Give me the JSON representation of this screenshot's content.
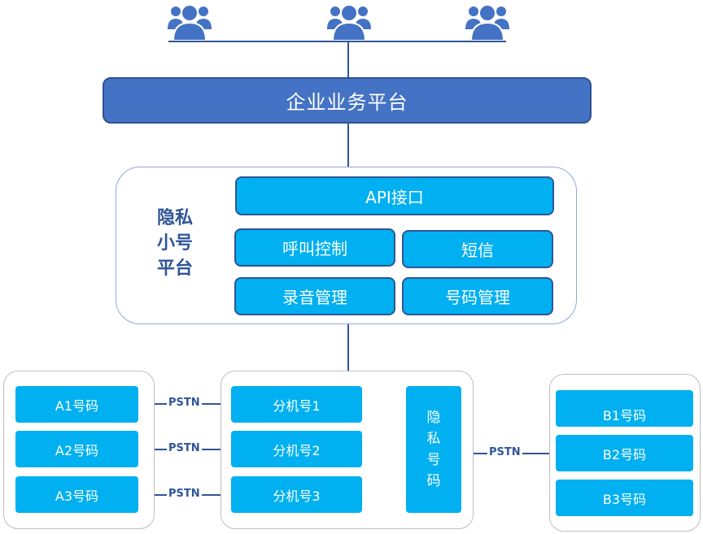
{
  "users": [
    {
      "icon": "user-group-icon"
    },
    {
      "icon": "user-group-icon"
    },
    {
      "icon": "user-group-icon"
    }
  ],
  "enterprise_platform": "企业业务平台",
  "privacy_platform": {
    "label_lines": [
      "隐私",
      "小号",
      "平台"
    ],
    "api": "API接口",
    "modules": [
      "呼叫控制",
      "短信",
      "录音管理",
      "号码管理"
    ]
  },
  "a_numbers": [
    "A1号码",
    "A2号码",
    "A3号码"
  ],
  "pstn": "PSTN",
  "extensions": [
    "分机号1",
    "分机号2",
    "分机号3"
  ],
  "privacy_number_chars": [
    "隐",
    "私",
    "号",
    "码"
  ],
  "b_numbers": [
    "B1号码",
    "B2号码",
    "B3号码"
  ],
  "colors": {
    "platform_blue": "#4472c4",
    "module_cyan": "#00b0f0",
    "line_navy": "#2f5597"
  }
}
